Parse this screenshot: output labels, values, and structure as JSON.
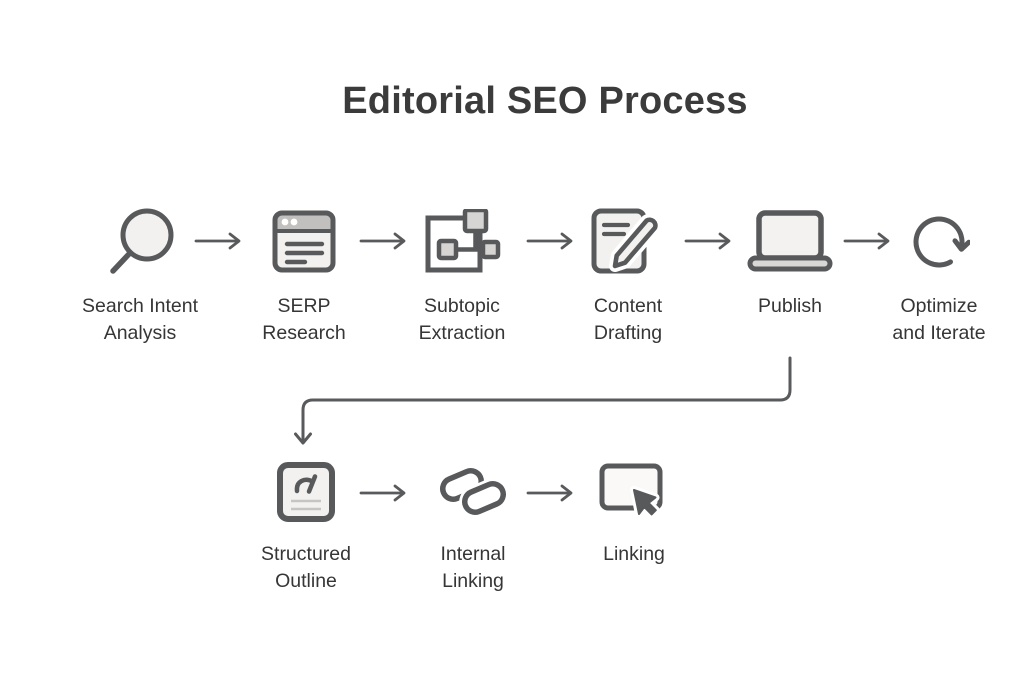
{
  "title": "Editorial SEO Process",
  "colors": {
    "background": "#ffffff",
    "title_text": "#3b3b3b",
    "label_text": "#363636",
    "icon_stroke": "#58595b",
    "icon_fill_light": "#f2f1ef",
    "icon_fill_gray": "#d6d5d3",
    "browser_bar_fill": "#c1c0be",
    "arrow": "#595a5c"
  },
  "flow": {
    "row1": [
      {
        "label": "Search Intent\nAnalysis",
        "icon": "search-magnifier-icon"
      },
      {
        "label": "SERP\nResearch",
        "icon": "browser-window-icon"
      },
      {
        "label": "Subtopic\nExtraction",
        "icon": "sitemap-nodes-icon"
      },
      {
        "label": "Content\nDrafting",
        "icon": "document-pencil-icon"
      },
      {
        "label": "Publish",
        "icon": "laptop-icon"
      },
      {
        "label": "Optimize\nand Iterate",
        "icon": "refresh-cycle-icon"
      }
    ],
    "row2": [
      {
        "label": "Structured\nOutline",
        "icon": "outline-document-icon"
      },
      {
        "label": "Internal\nLinking",
        "icon": "chain-links-icon"
      },
      {
        "label": "Linking",
        "icon": "cursor-click-box-icon"
      }
    ],
    "branch": {
      "from": "Publish",
      "to": "Structured Outline"
    }
  }
}
